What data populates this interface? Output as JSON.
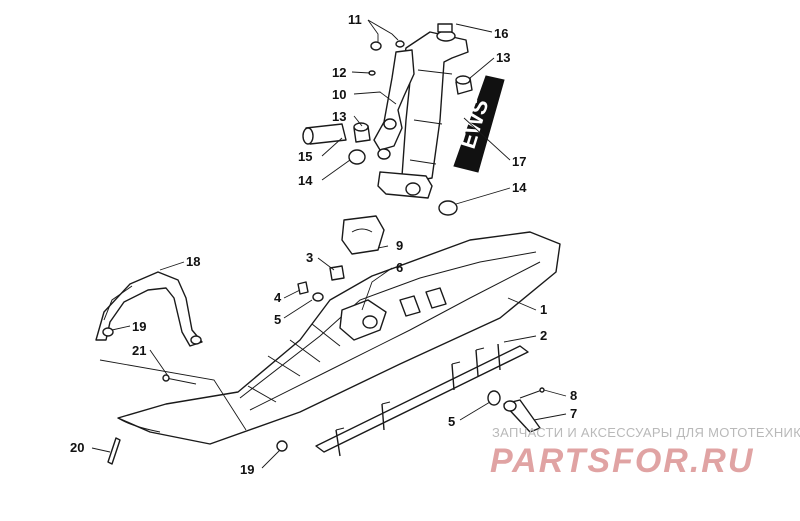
{
  "diagram": {
    "callouts": [
      {
        "id": "c11a",
        "text": "11"
      },
      {
        "id": "c16",
        "text": "16"
      },
      {
        "id": "c13a",
        "text": "13"
      },
      {
        "id": "c12",
        "text": "12"
      },
      {
        "id": "c10",
        "text": "10"
      },
      {
        "id": "c13b",
        "text": "13"
      },
      {
        "id": "c15",
        "text": "15"
      },
      {
        "id": "c14a",
        "text": "14"
      },
      {
        "id": "c17",
        "text": "17"
      },
      {
        "id": "c14b",
        "text": "14"
      },
      {
        "id": "c3",
        "text": "3"
      },
      {
        "id": "c9",
        "text": "9"
      },
      {
        "id": "c6",
        "text": "6"
      },
      {
        "id": "c18",
        "text": "18"
      },
      {
        "id": "c4",
        "text": "4"
      },
      {
        "id": "c5a",
        "text": "5"
      },
      {
        "id": "c1",
        "text": "1"
      },
      {
        "id": "c19a",
        "text": "19"
      },
      {
        "id": "c2",
        "text": "2"
      },
      {
        "id": "c21",
        "text": "21"
      },
      {
        "id": "c8",
        "text": "8"
      },
      {
        "id": "c7",
        "text": "7"
      },
      {
        "id": "c5b",
        "text": "5"
      },
      {
        "id": "c20",
        "text": "20"
      },
      {
        "id": "c19b",
        "text": "19"
      }
    ],
    "decal_text": "EWS",
    "watermark": {
      "caption": "ЗАПЧАСТИ И АКСЕССУАРЫ ДЛЯ МОТОТЕХНИКИ",
      "logo_text": "PARTSFOR.RU",
      "caption_color": "#b9b9b9",
      "logo_color": "#e0a3a3"
    }
  }
}
